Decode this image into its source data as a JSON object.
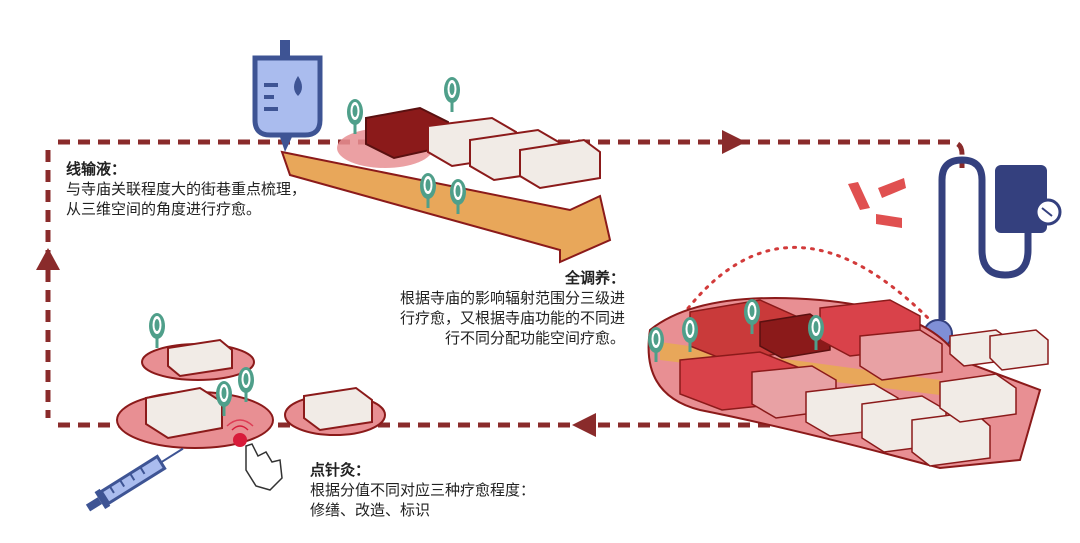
{
  "colors": {
    "loop_line": "#8a2b2b",
    "arrow_orange": "#e8a75a",
    "dark_red_building": "#8b1a1a",
    "pink_zone": "#e88f93",
    "light_building": "#f1ebe6",
    "tree_green": "#4f9f8a",
    "iv_blue": "#3e5494",
    "bp_blue": "#34407e",
    "bp_gauge": "#7f8fd6",
    "burst_red": "#e05050"
  },
  "icons": {
    "iv_bag": "iv-bag-icon",
    "blood_pressure": "blood-pressure-monitor-icon",
    "syringe": "syringe-icon",
    "pointing_hand": "pointing-hand-icon",
    "tree": "tree-icon"
  },
  "annotations": {
    "iv": {
      "title": "线输液：",
      "lines": [
        "与寺庙关联程度大的街巷重点梳理，",
        "从三维空间的角度进行疗愈。"
      ]
    },
    "care": {
      "title": "全调养：",
      "lines": [
        "根据寺庙的影响辐射范围分三级进",
        "行疗愈，又根据寺庙功能的不同进",
        "行不同分配功能空间疗愈。"
      ]
    },
    "acupuncture": {
      "title": "点针灸：",
      "lines": [
        "根据分值不同对应三种疗愈程度：",
        "修缮、改造、标识"
      ]
    }
  }
}
